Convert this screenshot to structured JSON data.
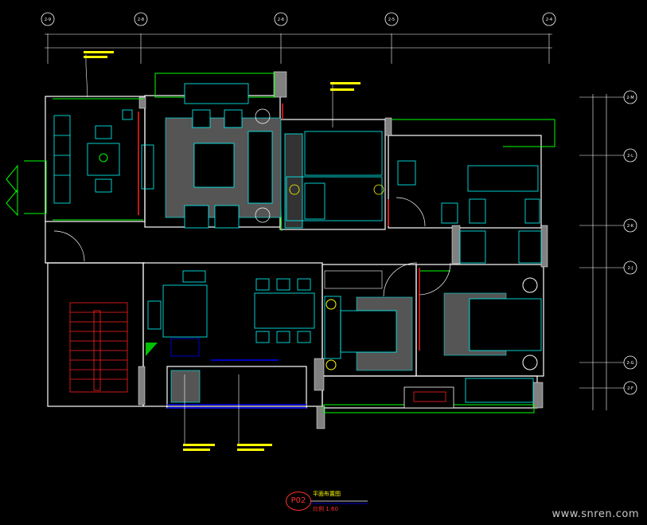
{
  "drawing": {
    "top_axes": [
      "2-9",
      "2-8",
      "2-6",
      "2-5",
      "2-4"
    ],
    "right_axes": [
      "2-M",
      "2-L",
      "2-K",
      "2-J",
      "2-G",
      "2-F"
    ],
    "title_badge": "P02",
    "title_text": "平面布置图",
    "title_scale": "比例 1:60"
  },
  "watermark": "www.snren.com",
  "colors": {
    "background": "#000000",
    "wall": "#ffffff",
    "furniture": "#00ffff",
    "accent_green": "#00ff00",
    "dimension": "#ffffff",
    "annotation": "#ffff00",
    "stair": "#ff2020",
    "window": "#0000ff"
  }
}
